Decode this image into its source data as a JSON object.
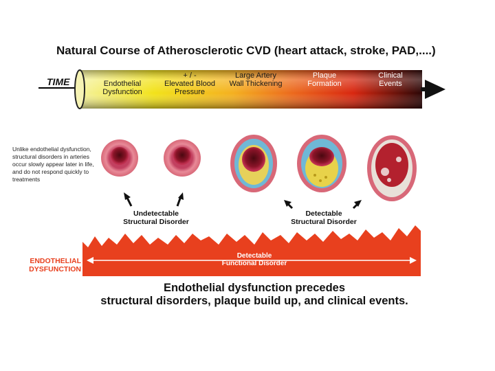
{
  "title": "Natural Course of Atherosclerotic CVD (heart attack, stroke, PAD,....)",
  "timeline": {
    "label": "TIME",
    "stages": [
      {
        "line1": "Endothelial",
        "line2": "Dysfunction",
        "line3": ""
      },
      {
        "line1": "+ / -",
        "line2": "Elevated Blood",
        "line3": "Pressure"
      },
      {
        "line1": "Large Artery",
        "line2": "Wall Thickening",
        "line3": ""
      },
      {
        "line1": "Plaque",
        "line2": "Formation",
        "line3": ""
      },
      {
        "line1": "Clinical",
        "line2": "Events",
        "line3": ""
      }
    ],
    "colors": [
      "#f3f08a",
      "#f2e11c",
      "#f4a21c",
      "#e8521b",
      "#b8140f"
    ]
  },
  "note": "Unlike endothelial dysfunction, structural disorders in arteries occur slowly appear later in life, and do not respond quickly to treatments",
  "arrow_groups": {
    "undetectable": {
      "line1": "Undetectable",
      "line2": "Structural Disorder"
    },
    "detectable": {
      "line1": "Detectable",
      "line2": "Structural Disorder"
    }
  },
  "dysfunction_band": {
    "side_label_line1": "ENDOTHELIAL",
    "side_label_line2": "DYSFUNCTION",
    "center_line1": "Detectable",
    "center_line2": "Functional Disorder",
    "color": "#e8401e"
  },
  "conclusion": {
    "line1": "Endothelial dysfunction precedes",
    "line2": "structural disorders, plaque build up, and clinical events."
  }
}
